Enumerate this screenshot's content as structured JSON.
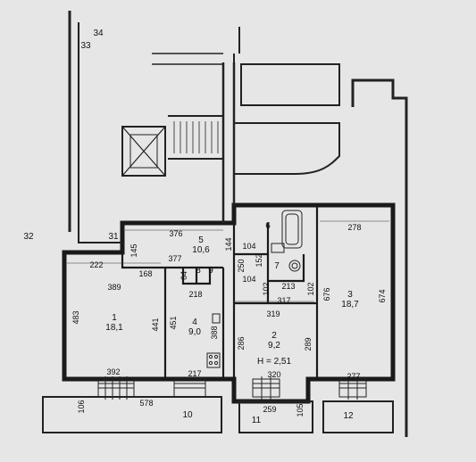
{
  "rooms": [
    {
      "id": "1",
      "number": "1",
      "area": "18,1"
    },
    {
      "id": "2",
      "number": "2",
      "area": "9,2",
      "height": "H = 2,51"
    },
    {
      "id": "3",
      "number": "3",
      "area": "18,7"
    },
    {
      "id": "4",
      "number": "4",
      "area": "9,0"
    },
    {
      "id": "5",
      "number": "5",
      "area": "10,6"
    },
    {
      "id": "6",
      "number": "6"
    },
    {
      "id": "7",
      "number": "7"
    },
    {
      "id": "8",
      "number": "8"
    },
    {
      "id": "9",
      "number": "9"
    },
    {
      "id": "10",
      "number": "10"
    },
    {
      "id": "11",
      "number": "11"
    },
    {
      "id": "12",
      "number": "12"
    },
    {
      "id": "31",
      "number": "31"
    },
    {
      "id": "32",
      "number": "32"
    },
    {
      "id": "33",
      "number": "33"
    },
    {
      "id": "34",
      "number": "34"
    }
  ],
  "dimensions": {
    "d376": "376",
    "d145": "145",
    "d377": "377",
    "d144": "144",
    "d104a": "104",
    "d152": "152",
    "d250": "250",
    "d104b": "104",
    "d222": "222",
    "d168": "168",
    "d389": "389",
    "d64": "64",
    "d218": "218",
    "d483": "483",
    "d441": "441",
    "d451": "451",
    "d388": "388",
    "d392": "392",
    "d217": "217",
    "d578": "578",
    "d106": "106",
    "d278": "278",
    "d674": "674",
    "d676": "676",
    "d102a": "102",
    "d102b": "102",
    "d213": "213",
    "d317": "317",
    "d319": "319",
    "d286": "286",
    "d289": "289",
    "d320": "320",
    "d259": "259",
    "d105": "105",
    "d277": "277"
  }
}
